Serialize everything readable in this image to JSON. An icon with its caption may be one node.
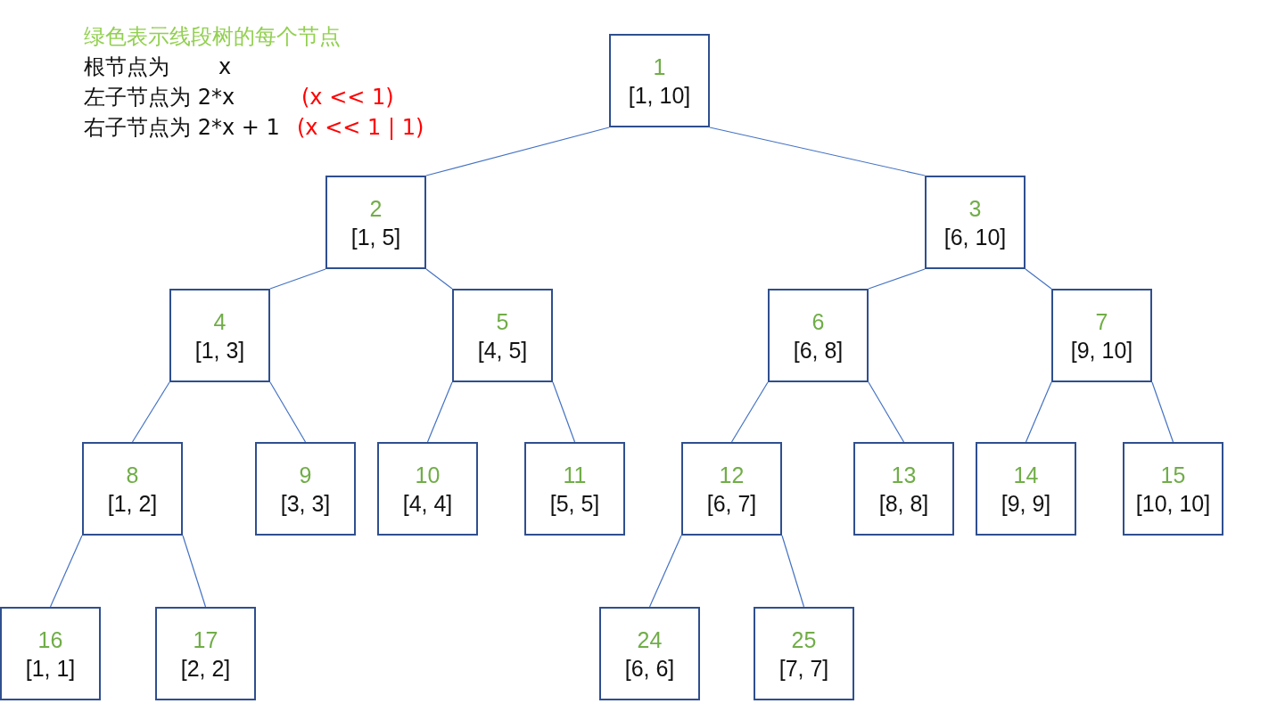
{
  "diagram": {
    "nodes": [
      {
        "text": [
          "1",
          "[1, 10]"
        ]
      },
      {
        "text": [
          "2",
          "[1, 5]"
        ]
      },
      {
        "text": [
          "3",
          "[6, 10]"
        ]
      },
      {
        "text": [
          "4",
          "[1, 3]"
        ]
      },
      {
        "text": [
          "5",
          "[4, 5]"
        ]
      },
      {
        "text": [
          "6",
          "[6, 8]"
        ]
      },
      {
        "text": [
          "7",
          "[9, 10]"
        ]
      },
      {
        "text": [
          "8",
          "[1, 2]"
        ]
      },
      {
        "text": [
          "9",
          "[3, 3]"
        ]
      },
      {
        "text": [
          "10",
          "[4, 4]"
        ]
      },
      {
        "text": [
          "11",
          "[5, 5]"
        ]
      },
      {
        "text": [
          "12",
          "[6, 7]"
        ]
      },
      {
        "text": [
          "13",
          "[8, 8]"
        ]
      },
      {
        "text": [
          "14",
          "[9, 9]"
        ]
      },
      {
        "text": [
          "15",
          "[10, 10]"
        ]
      },
      {
        "text": [
          "16",
          "[1, 1]"
        ]
      },
      {
        "text": [
          "17",
          "[2, 2]"
        ]
      },
      {
        "text": [
          "24",
          "[6, 6]"
        ]
      },
      {
        "text": [
          "25",
          "[7, 7]"
        ]
      }
    ],
    "edges": [
      {
        "from": 0,
        "to": 1,
        "arrow": "none"
      },
      {
        "from": 0,
        "to": 2,
        "arrow": "none"
      },
      {
        "from": 1,
        "to": 3,
        "arrow": "none"
      },
      {
        "from": 1,
        "to": 4,
        "arrow": "none"
      },
      {
        "from": 2,
        "to": 5,
        "arrow": "none"
      },
      {
        "from": 2,
        "to": 6,
        "arrow": "none"
      },
      {
        "from": 3,
        "to": 7,
        "arrow": "none"
      },
      {
        "from": 3,
        "to": 8,
        "arrow": "none"
      },
      {
        "from": 4,
        "to": 9,
        "arrow": "none"
      },
      {
        "from": 4,
        "to": 10,
        "arrow": "none"
      },
      {
        "from": 5,
        "to": 11,
        "arrow": "none"
      },
      {
        "from": 5,
        "to": 12,
        "arrow": "none"
      },
      {
        "from": 6,
        "to": 13,
        "arrow": "none"
      },
      {
        "from": 6,
        "to": 14,
        "arrow": "none"
      },
      {
        "from": 7,
        "to": 15,
        "arrow": "none"
      },
      {
        "from": 7,
        "to": 16,
        "arrow": "none"
      },
      {
        "from": 11,
        "to": 17,
        "arrow": "none"
      },
      {
        "from": 11,
        "to": 18,
        "arrow": "none"
      }
    ],
    "labels": [
      "绿色表示线段树的每个节点",
      "根节点为",
      "x",
      "左子节点为 2*x",
      "(x << 1)",
      "右子节点为 2*x + 1",
      "(x << 1 | 1)"
    ]
  }
}
